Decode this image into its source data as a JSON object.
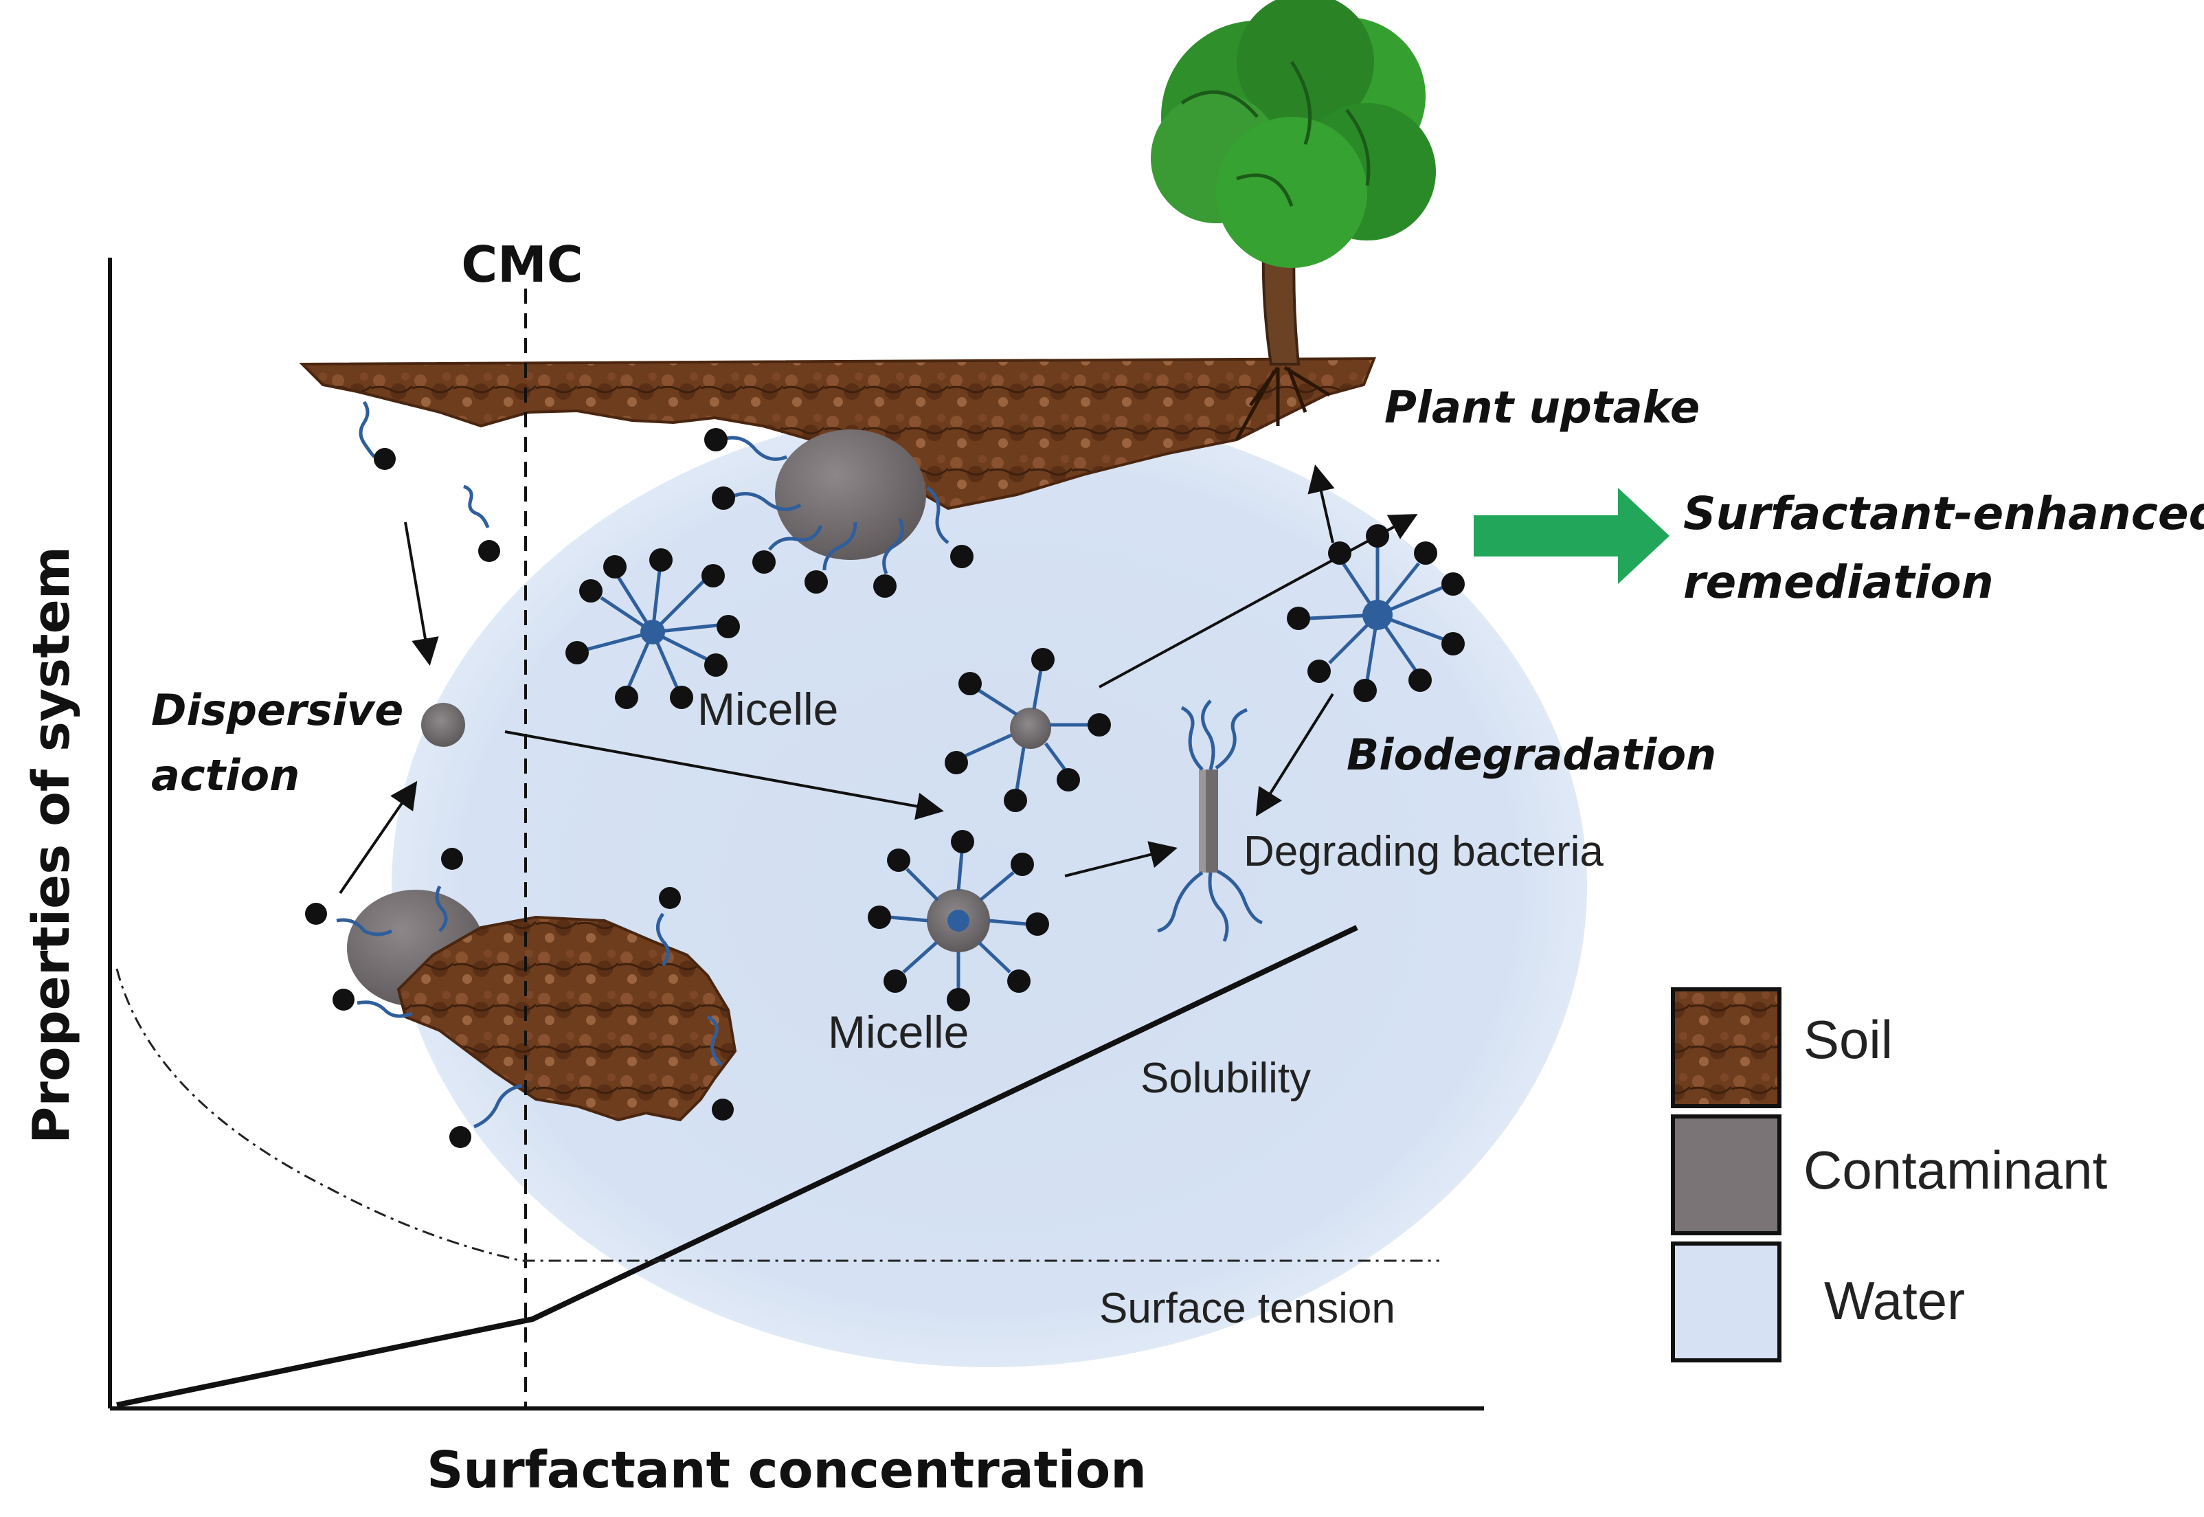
{
  "axes": {
    "x_label": "Surfactant concentration",
    "y_label": "Properties of system",
    "cmc_label": "CMC"
  },
  "labels": {
    "plant_uptake": "Plant uptake",
    "remediation_line1": "Surfactant-enhanced",
    "remediation_line2": "remediation",
    "dispersive_line1": "Dispersive",
    "dispersive_line2": "action",
    "micelle_upper": "Micelle",
    "micelle_lower": "Micelle",
    "biodegradation": "Biodegradation",
    "degrading_bacteria": "Degrading bacteria",
    "solubility": "Solubility",
    "surface_tension": "Surface tension"
  },
  "legend": [
    {
      "label": "Soil",
      "color": "#6e3d1e"
    },
    {
      "label": "Contaminant",
      "color": "#7a7476"
    },
    {
      "label": "Water",
      "color": "#d6e2f3"
    }
  ],
  "colors": {
    "water": "#d6e2f3",
    "soil": "#6e3d1e",
    "contaminant": "#6f6a6c",
    "surfactant_tail": "#2f5e9c",
    "arrow_green": "#22a65a",
    "tree_foliage": "#2e8a2a",
    "tree_trunk": "#6b4324"
  }
}
